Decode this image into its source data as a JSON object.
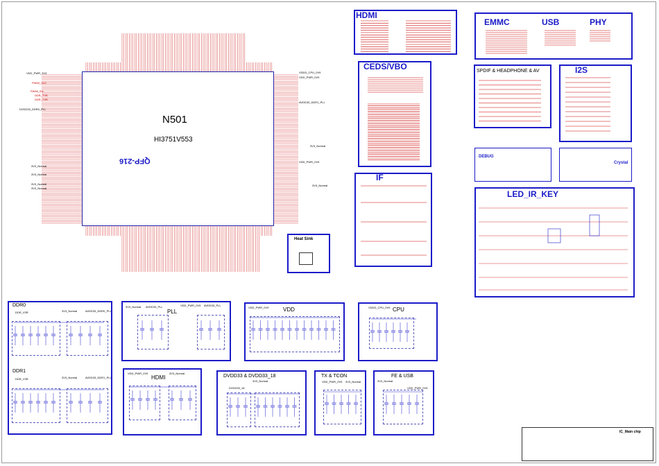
{
  "chip": {
    "designator": "N501",
    "part": "HI3751V553",
    "package": "QFP-216"
  },
  "sections": {
    "hdmi_top": "HDMI",
    "emmc": "EMMC",
    "usb": "USB",
    "phy": "PHY",
    "ceds_vbo": "CEDS/VBO",
    "spdif": "SPDIF & HEADPHONE & AV",
    "i2s": "I2S",
    "debug": "DEBUG",
    "crystal": "Crystal",
    "if": "IF",
    "led_ir_key": "LED_IR_KEY",
    "heat_sink": "Heat Sink",
    "ddr0": "DDR0",
    "ddr1": "DDR1",
    "pll": "PLL",
    "vdd": "VDD",
    "cpu": "CPU",
    "hdmi_bottom": "HDMI",
    "dvdd": "DVDD33 & DVDD33_18",
    "tx_tcon": "TX & TCON",
    "fe_usb": "FE & USB"
  },
  "nets": {
    "left": [
      "VDD_PWR_3V3",
      "DVDD33_DDR0_PLL",
      "3V3_Normal",
      "3V3_Normal",
      "3V3_Normal",
      "PWMI_CLK",
      "DDR_TVB",
      "DDR_TVB",
      "PWMI_IDL",
      "3V3_Normal"
    ],
    "right": [
      "VDDD_CPU_0V9",
      "VDD_PWR_0V9",
      "AVDD33_DDR1_PLL",
      "VDD_PWR_0V9",
      "3V3_Normal",
      "3V3_Normal"
    ],
    "pll": [
      "3V3_Normal",
      "AVDD33_PLL",
      "VDD_PWR_0V9",
      "AVDD33_PLL"
    ],
    "vdd": "VDD_PWR_0V9",
    "cpu": "VDDD_CPU_0V9",
    "ddr0": [
      "DDR_V3R",
      "3V3_Normal",
      "AVDD33_DDR0_PLL"
    ],
    "ddr1": [
      "DDR_V3R",
      "3V3_Normal",
      "AVDD33_DDR1_PLL"
    ],
    "hdmi": [
      "VDD_PWR_0V9",
      "3V3_Normal"
    ],
    "dvdd": [
      "DVDD33_18",
      "3V3_Normal"
    ],
    "tx_tcon": [
      "VDD_PWR_0V9",
      "3V3_Normal"
    ],
    "fe_usb": [
      "3V3_Normal",
      "VDD_PWR_0V9"
    ]
  },
  "title_block": {
    "name": "IC_Main chip"
  },
  "colors": {
    "box_border": "#1a1ac8",
    "net_label": "#cc0000",
    "pin_line": "#cc0000",
    "wire": "#1a1ac8"
  }
}
